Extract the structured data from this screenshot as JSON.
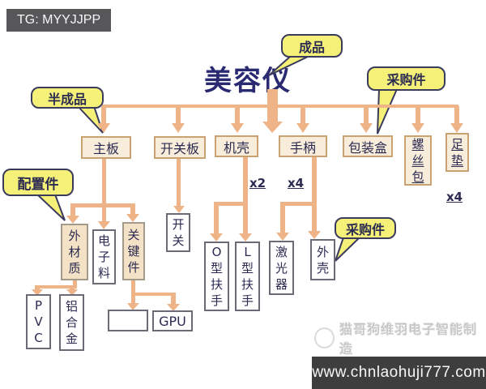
{
  "topbar": {
    "text": "TG: MYYJJPP"
  },
  "footer": {
    "url": "www.chnlaohuji777.com"
  },
  "watermark": {
    "text": "猫哥狗维羽电子智能制造",
    "logo": "cat-face-icon"
  },
  "diagram": {
    "title": "美容仪",
    "callouts": {
      "finished": "成品",
      "purchased_top": "采购件",
      "semi_finished": "半成品",
      "config": "配置件",
      "purchased_right": "采购件"
    },
    "quantities": {
      "case_qty": "x2",
      "handle_qty": "x4",
      "footpad_qty": "x4"
    },
    "nodes": {
      "mainboard": "主板",
      "switch_board": "开关板",
      "case": "机壳",
      "handle": "手柄",
      "packing_box": "包装盒",
      "screw_pack": "螺丝包",
      "foot_pad": "足垫",
      "outer_material": "外材质",
      "electronics": "电子料",
      "key_parts": "关键件",
      "switch": "开关",
      "o_armrest": "O型扶手",
      "l_armrest": "L型扶手",
      "laser": "激光器",
      "shell": "外壳",
      "pvc": "PVC",
      "aluminum": "铝合金",
      "unlabeled": "",
      "gpu": "GPU"
    },
    "colors": {
      "accent_arrow": "#eeb488",
      "callout_fill": "#f5f178",
      "box_fill": "#f8ecda",
      "title_color": "#2a2a72"
    }
  }
}
